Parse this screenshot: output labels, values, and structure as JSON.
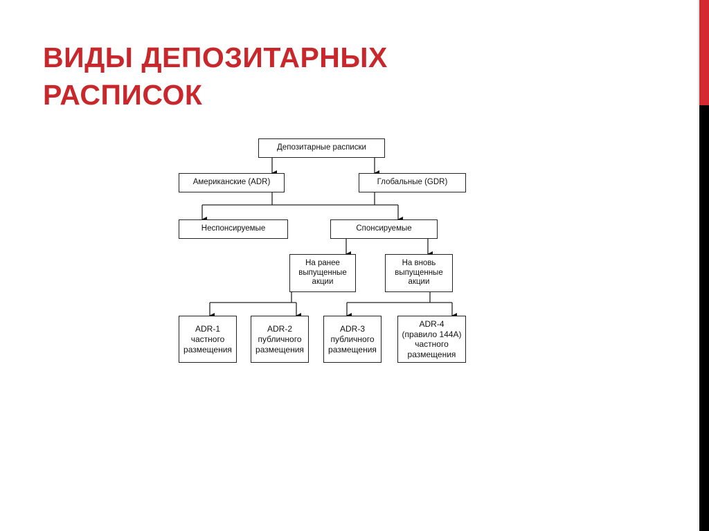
{
  "title": {
    "line1": "ВИДЫ ДЕПОЗИТАРНЫХ",
    "line2": "РАСПИСОК"
  },
  "diagram": {
    "root": "Депозитарные расписки",
    "adr": "Американские (ADR)",
    "gdr": "Глобальные (GDR)",
    "unsponsored": "Неспонсируемые",
    "sponsored": "Спонсируемые",
    "existing": [
      "На ранее",
      "выпущенные",
      "акции"
    ],
    "new": [
      "На вновь",
      "выпущенные",
      "акции"
    ],
    "adr1": [
      "ADR-1",
      "частного",
      "размещения"
    ],
    "adr2": [
      "ADR-2",
      "публичного",
      "размещения"
    ],
    "adr3": [
      "ADR-3",
      "публичного",
      "размещения"
    ],
    "adr4": [
      "ADR-4",
      "(правило 144A)",
      "частного",
      "размещения"
    ]
  },
  "colors": {
    "title": "#c8282c",
    "accent_red": "#d42a2f",
    "accent_black": "#000000"
  }
}
